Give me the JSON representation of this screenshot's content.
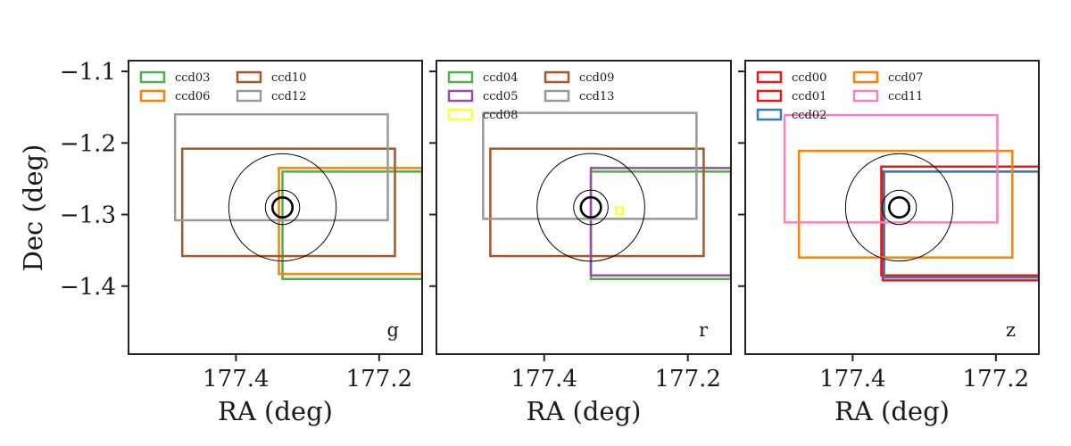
{
  "chart_data": [
    {
      "type": "footprint",
      "band": "g",
      "xlabel": "RA (deg)",
      "ylabel": "Dec (deg)",
      "xlim": [
        177.55,
        177.14
      ],
      "ylim": [
        -1.495,
        -1.085
      ],
      "xticks": [
        177.4,
        177.2
      ],
      "xtick_labels": [
        "177.4",
        "177.2"
      ],
      "yticks": [
        -1.1,
        -1.2,
        -1.3,
        -1.4
      ],
      "ytick_labels": [
        "−1.1",
        "−1.2",
        "−1.3",
        "−1.4"
      ],
      "show_yticklabels": true,
      "legend_position": "top-left",
      "target": {
        "ra": 177.335,
        "dec": -1.29,
        "marker_radius": 0.014,
        "circle_radii": [
          0.024,
          0.075
        ]
      },
      "ccds": [
        {
          "name": "ccd03",
          "color": "#4daf4a",
          "ra_max": 177.335,
          "ra_min": 177.14,
          "dec_min": -1.39,
          "dec_max": -1.24
        },
        {
          "name": "ccd06",
          "color": "#ff7f00",
          "ra_max": 177.34,
          "ra_min": 177.14,
          "dec_min": -1.383,
          "dec_max": -1.235
        },
        {
          "name": "ccd10",
          "color": "#a65628",
          "ra_max": 177.475,
          "ra_min": 177.178,
          "dec_min": -1.358,
          "dec_max": -1.208
        },
        {
          "name": "ccd12",
          "color": "#999999",
          "ra_max": 177.485,
          "ra_min": 177.188,
          "dec_min": -1.308,
          "dec_max": -1.16
        }
      ]
    },
    {
      "type": "footprint",
      "band": "r",
      "xlabel": "RA (deg)",
      "ylabel": "",
      "xlim": [
        177.55,
        177.14
      ],
      "ylim": [
        -1.495,
        -1.085
      ],
      "xticks": [
        177.4,
        177.2
      ],
      "xtick_labels": [
        "177.4",
        "177.2"
      ],
      "yticks": [
        -1.1,
        -1.2,
        -1.3,
        -1.4
      ],
      "ytick_labels": [],
      "show_yticklabels": false,
      "legend_position": "top-left",
      "target": {
        "ra": 177.335,
        "dec": -1.29,
        "marker_radius": 0.014,
        "circle_radii": [
          0.024,
          0.075
        ]
      },
      "ccds": [
        {
          "name": "ccd04",
          "color": "#4daf4a",
          "ra_max": 177.335,
          "ra_min": 177.14,
          "dec_min": -1.39,
          "dec_max": -1.24
        },
        {
          "name": "ccd05",
          "color": "#984ea3",
          "ra_max": 177.335,
          "ra_min": 177.14,
          "dec_min": -1.385,
          "dec_max": -1.235
        },
        {
          "name": "ccd08",
          "color": "#ffff33",
          "ra_max": 177.3,
          "ra_min": 177.29,
          "dec_min": -1.3,
          "dec_max": -1.29
        },
        {
          "name": "ccd09",
          "color": "#a65628",
          "ra_max": 177.475,
          "ra_min": 177.178,
          "dec_min": -1.358,
          "dec_max": -1.208
        },
        {
          "name": "ccd13",
          "color": "#999999",
          "ra_max": 177.485,
          "ra_min": 177.188,
          "dec_min": -1.306,
          "dec_max": -1.158
        }
      ]
    },
    {
      "type": "footprint",
      "band": "z",
      "xlabel": "RA (deg)",
      "ylabel": "",
      "xlim": [
        177.55,
        177.14
      ],
      "ylim": [
        -1.495,
        -1.085
      ],
      "xticks": [
        177.4,
        177.2
      ],
      "xtick_labels": [
        "177.4",
        "177.2"
      ],
      "yticks": [
        -1.1,
        -1.2,
        -1.3,
        -1.4
      ],
      "ytick_labels": [],
      "show_yticklabels": false,
      "legend_position": "top-left",
      "target": {
        "ra": 177.335,
        "dec": -1.29,
        "marker_radius": 0.014,
        "circle_radii": [
          0.024,
          0.075
        ]
      },
      "ccds": [
        {
          "name": "ccd00",
          "color": "#e41a1c",
          "ra_max": 177.36,
          "ra_min": 177.14,
          "dec_min": -1.385,
          "dec_max": -1.233
        },
        {
          "name": "ccd01",
          "color": "#e41a1c",
          "ra_max": 177.358,
          "ra_min": 177.14,
          "dec_min": -1.392,
          "dec_max": -1.24
        },
        {
          "name": "ccd02",
          "color": "#377eb8",
          "ra_max": 177.356,
          "ra_min": 177.14,
          "dec_min": -1.388,
          "dec_max": -1.24
        },
        {
          "name": "ccd07",
          "color": "#ff7f00",
          "ra_max": 177.475,
          "ra_min": 177.177,
          "dec_min": -1.36,
          "dec_max": -1.211
        },
        {
          "name": "ccd11",
          "color": "#f781bf",
          "ra_max": 177.495,
          "ra_min": 177.198,
          "dec_min": -1.311,
          "dec_max": -1.161
        }
      ]
    }
  ]
}
